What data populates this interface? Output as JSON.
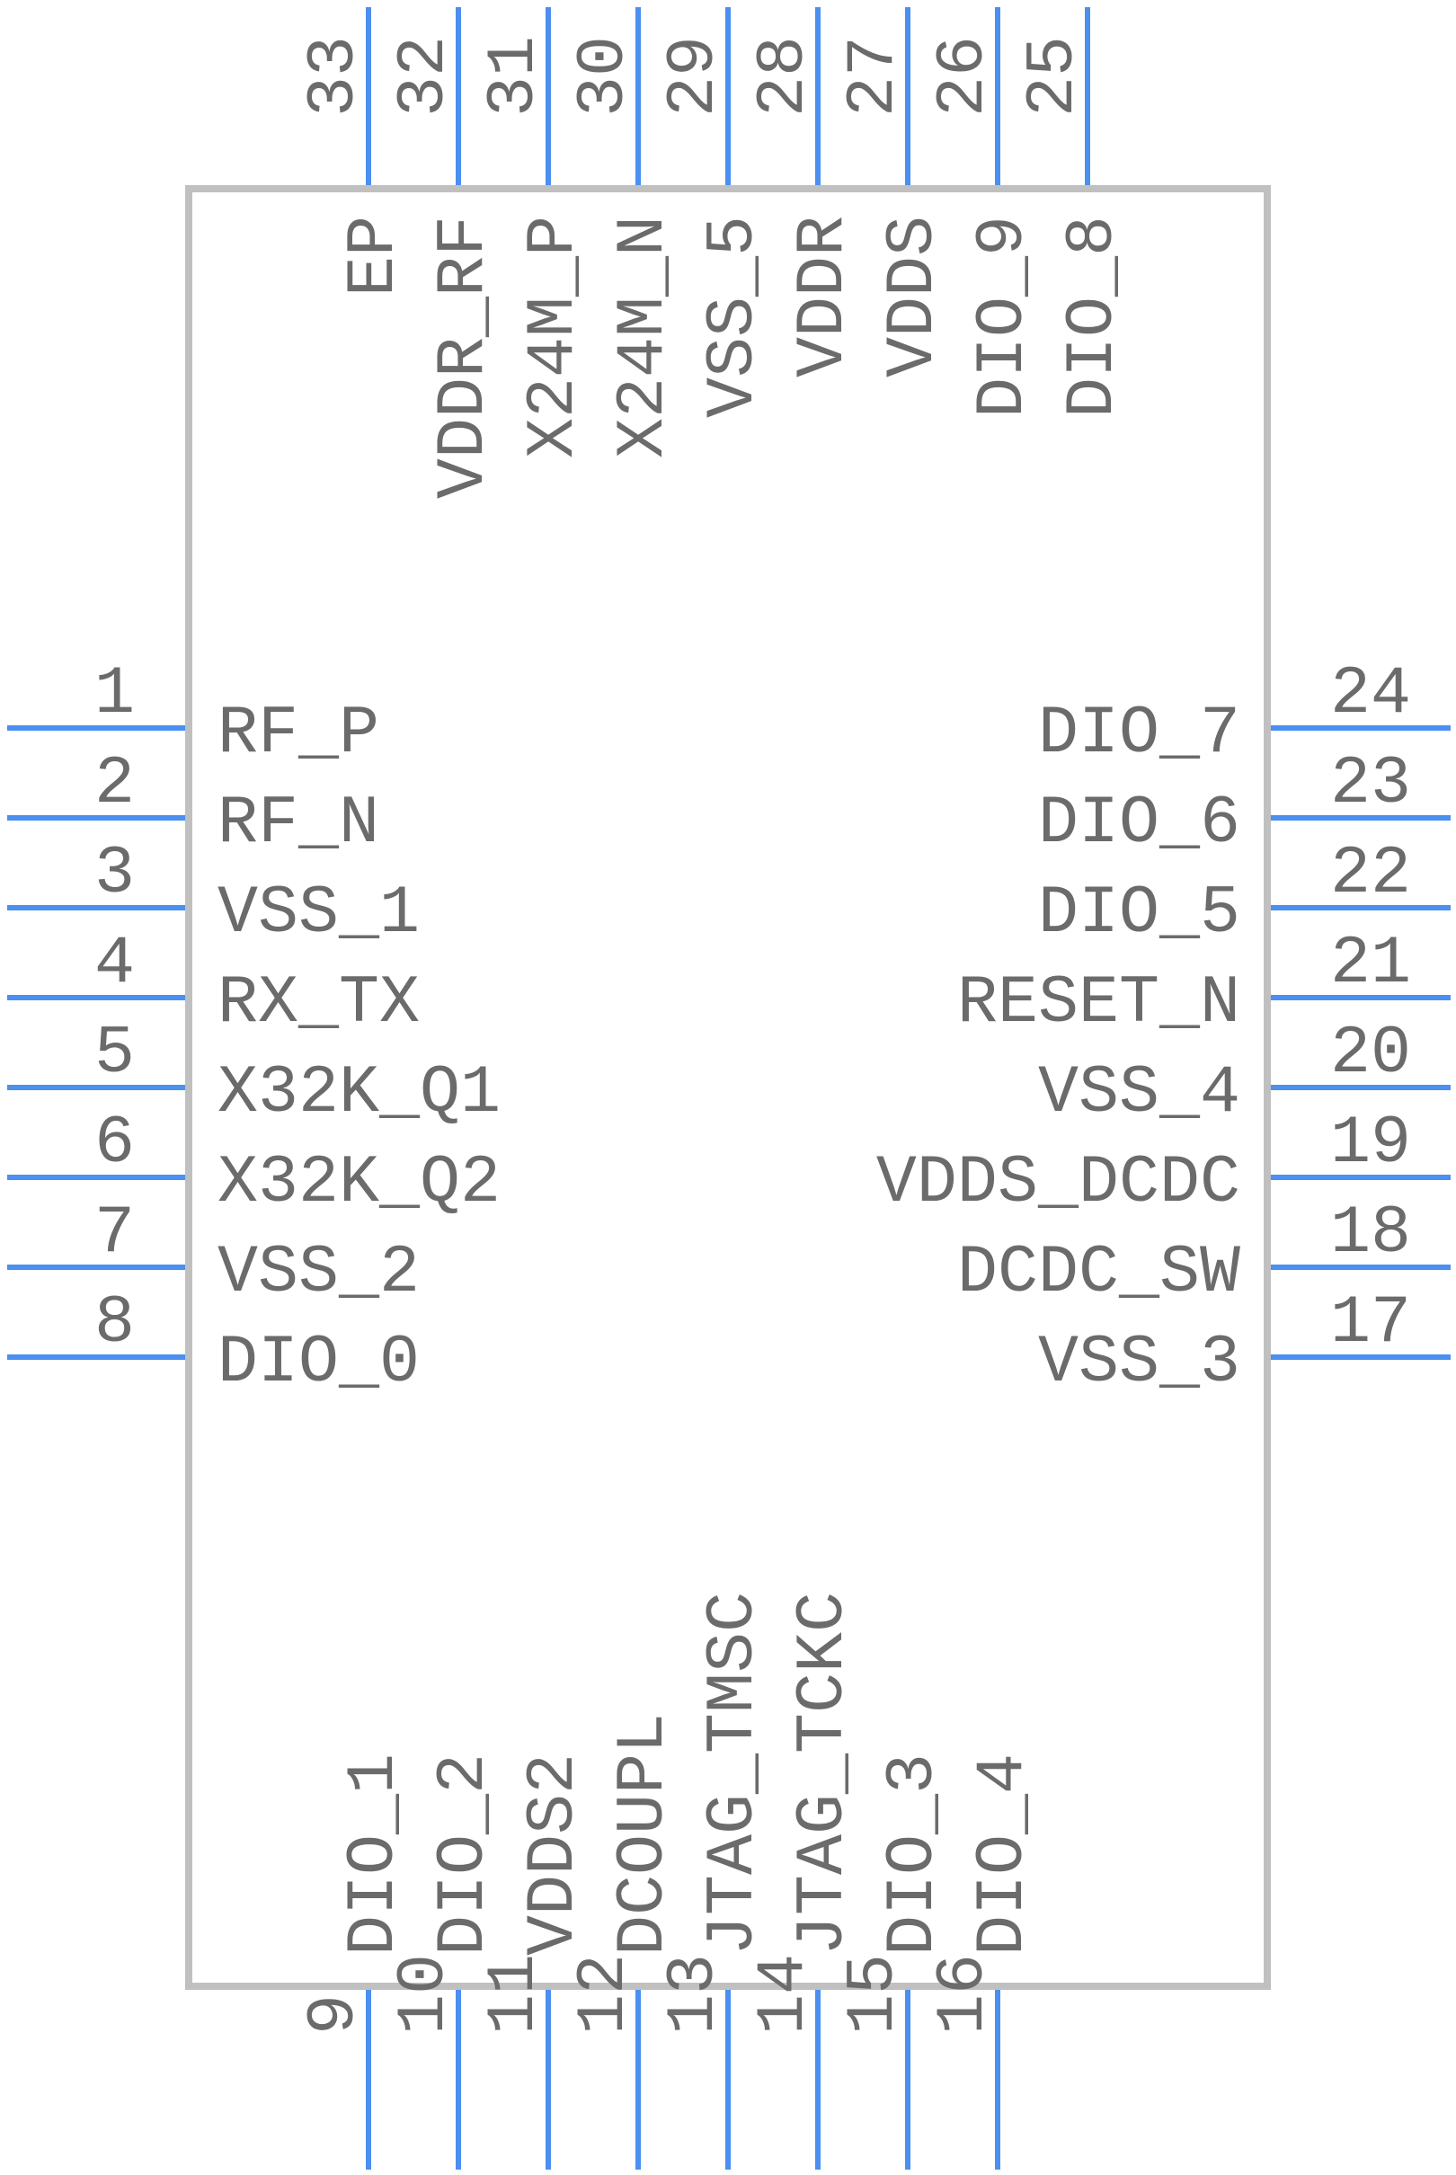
{
  "component": {
    "colors": {
      "pin": "#4b8ff0",
      "outline": "#c0c0c0",
      "text": "#6b6b6b"
    }
  },
  "left_pins": [
    {
      "number": "1",
      "name": "RF_P"
    },
    {
      "number": "2",
      "name": "RF_N"
    },
    {
      "number": "3",
      "name": "VSS_1"
    },
    {
      "number": "4",
      "name": "RX_TX"
    },
    {
      "number": "5",
      "name": "X32K_Q1"
    },
    {
      "number": "6",
      "name": "X32K_Q2"
    },
    {
      "number": "7",
      "name": "VSS_2"
    },
    {
      "number": "8",
      "name": "DIO_0"
    }
  ],
  "right_pins": [
    {
      "number": "24",
      "name": "DIO_7"
    },
    {
      "number": "23",
      "name": "DIO_6"
    },
    {
      "number": "22",
      "name": "DIO_5"
    },
    {
      "number": "21",
      "name": "RESET_N"
    },
    {
      "number": "20",
      "name": "VSS_4"
    },
    {
      "number": "19",
      "name": "VDDS_DCDC"
    },
    {
      "number": "18",
      "name": "DCDC_SW"
    },
    {
      "number": "17",
      "name": "VSS_3"
    }
  ],
  "top_pins": [
    {
      "number": "33",
      "name": "EP"
    },
    {
      "number": "32",
      "name": "VDDR_RF"
    },
    {
      "number": "31",
      "name": "X24M_P"
    },
    {
      "number": "30",
      "name": "X24M_N"
    },
    {
      "number": "29",
      "name": "VSS_5"
    },
    {
      "number": "28",
      "name": "VDDR"
    },
    {
      "number": "27",
      "name": "VDDS"
    },
    {
      "number": "26",
      "name": "DIO_9"
    },
    {
      "number": "25",
      "name": "DIO_8"
    }
  ],
  "bottom_pins": [
    {
      "number": "9",
      "name": "DIO_1"
    },
    {
      "number": "10",
      "name": "DIO_2"
    },
    {
      "number": "11",
      "name": "VDDS2"
    },
    {
      "number": "12",
      "name": "DCOUPL"
    },
    {
      "number": "13",
      "name": "JTAG_TMSC"
    },
    {
      "number": "14",
      "name": "JTAG_TCKC"
    },
    {
      "number": "15",
      "name": "DIO_3"
    },
    {
      "number": "16",
      "name": "DIO_4"
    }
  ]
}
